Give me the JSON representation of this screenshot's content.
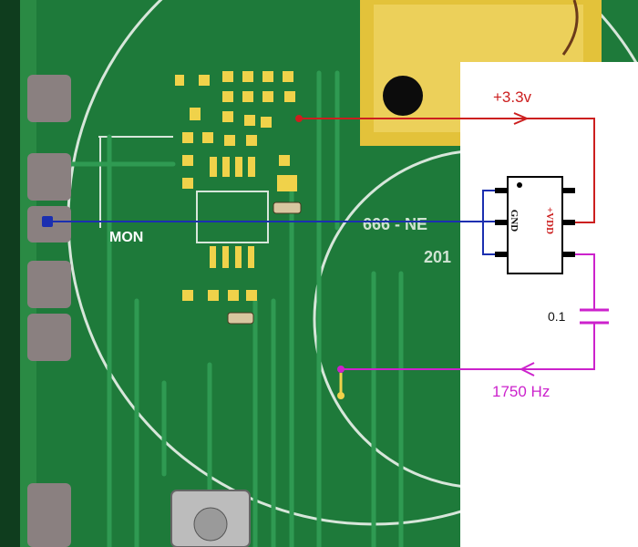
{
  "diagram": {
    "labels": {
      "monitor": "MON",
      "supply": "+3.3v",
      "capacitor": "0.1",
      "frequency": "1750 Hz",
      "ic_ground": "GND",
      "ic_supply": "+VDD"
    },
    "board_text": [
      "666 - NE",
      "201"
    ],
    "colors": {
      "board": "#1e7a3a",
      "monitor_wire": "#1b2fb0",
      "supply_wire": "#cc1f1f",
      "signal_wire": "#cc22cc",
      "gold_pads": "#e8c73a",
      "paper": "#ffffff"
    }
  }
}
